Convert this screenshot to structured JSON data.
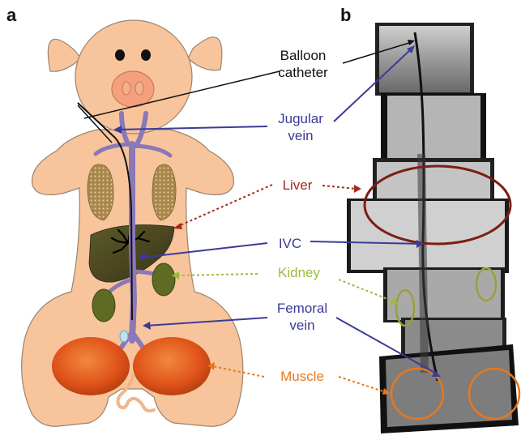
{
  "panels": {
    "a": "a",
    "b": "b"
  },
  "labels": {
    "balloon_line1": "Balloon",
    "balloon_line2": "catheter",
    "jugular_line1": "Jugular",
    "jugular_line2": "vein",
    "liver": "Liver",
    "ivc": "IVC",
    "kidney": "Kidney",
    "femoral_line1": "Femoral",
    "femoral_line2": "vein",
    "muscle": "Muscle"
  },
  "colors": {
    "pig_skin": "#f7c49b",
    "pig_outline": "#9a8470",
    "vein": "#8a78b8",
    "catheter": "#111111",
    "lung": "#a88a55",
    "liver": "#4a4a22",
    "kidney": "#5f6a22",
    "muscle": "#e35a1c",
    "label_black": "#111111",
    "label_blue": "#3b3b9a",
    "label_red": "#a52a1f",
    "label_green": "#9bbb3c",
    "label_orange": "#e6781e"
  }
}
